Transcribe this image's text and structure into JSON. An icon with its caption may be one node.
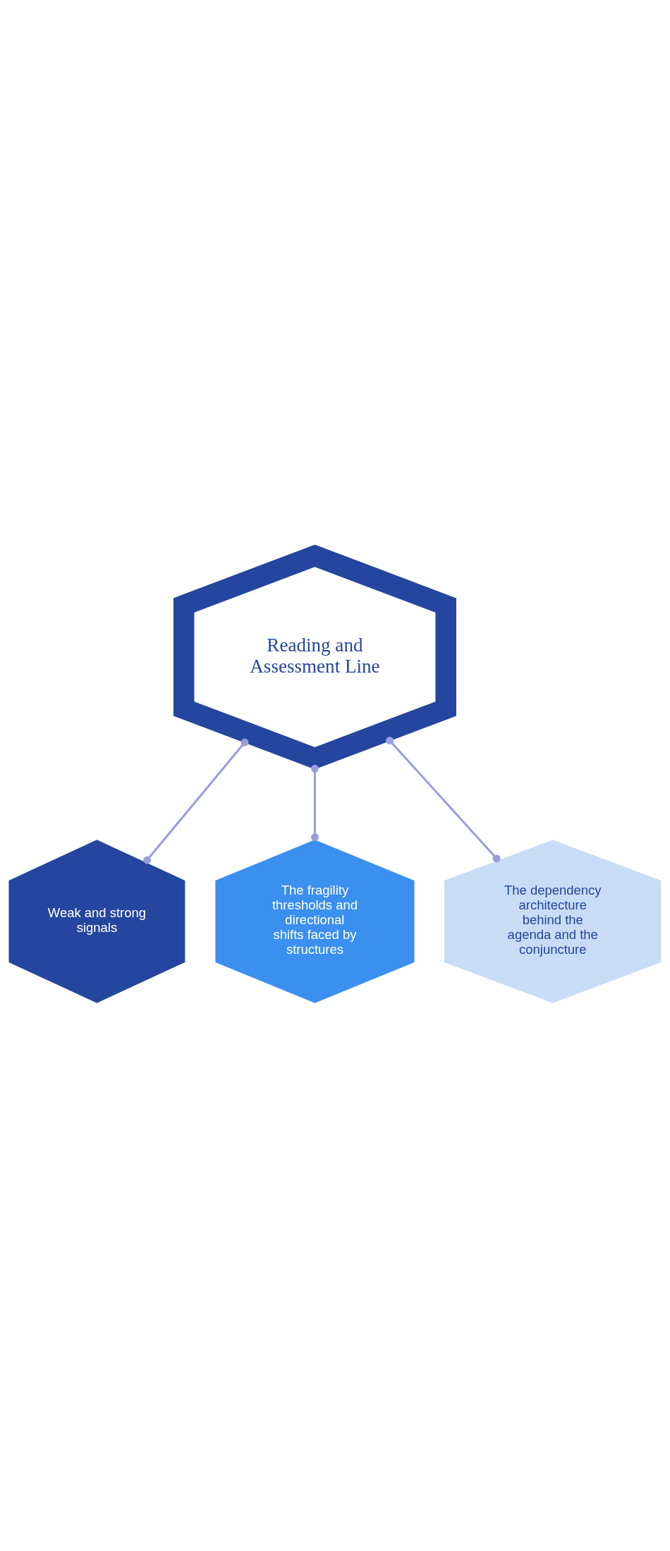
{
  "diagram": {
    "nodes": [
      {
        "text": [
          "Reading and Assessment Line"
        ]
      },
      {
        "text": [
          "Weak and strong signals"
        ]
      },
      {
        "text": [
          "The fragility thresholds and directional shifts faced by structures"
        ]
      },
      {
        "text": [
          "The dependency architecture behind the agenda and the conjuncture"
        ]
      }
    ],
    "edges": [
      {
        "from": 0,
        "to": 1,
        "arrow": "other"
      },
      {
        "from": 0,
        "to": 2,
        "arrow": "other"
      },
      {
        "from": 0,
        "to": 3,
        "arrow": "other"
      }
    ]
  }
}
